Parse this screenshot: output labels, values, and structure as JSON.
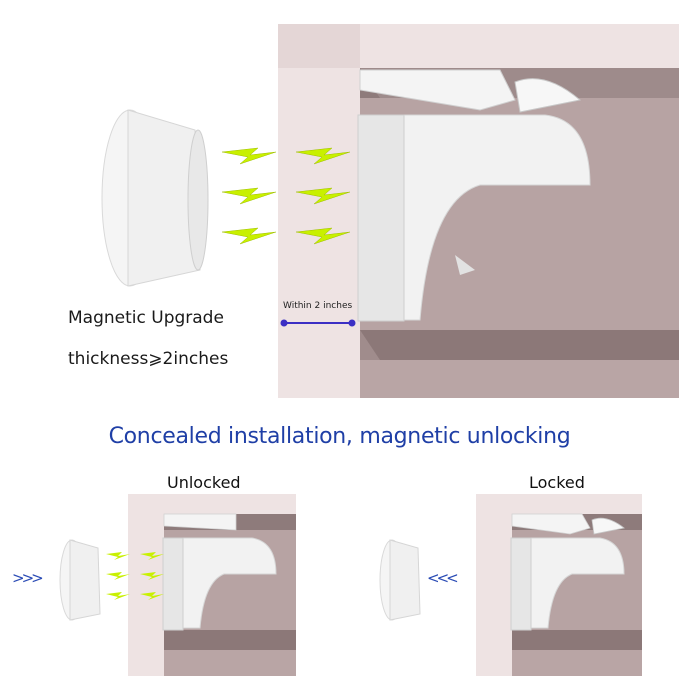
{
  "top": {
    "distance_label": "Within 2 inches",
    "caption_line1": "Magnetic Upgrade",
    "caption_line2": "thickness⩾2inches"
  },
  "headline": "Concealed installation, magnetic unlocking",
  "bottom": {
    "unlocked_label": "Unlocked",
    "locked_label": "Locked",
    "push_arrows": ">>>",
    "pull_arrows": "<<<"
  },
  "colors": {
    "headline": "#1f3fa6",
    "wood_light": "#e9dcdc",
    "wood_mid": "#b9a3a3",
    "wood_dark": "#8e7b7b",
    "bolt": "#c8f000",
    "measure_line": "#3b2fc4"
  },
  "icons": [
    "magnet-key-icon",
    "lightning-bolt-icon",
    "cabinet-lock-icon",
    "latch-hook-icon"
  ]
}
